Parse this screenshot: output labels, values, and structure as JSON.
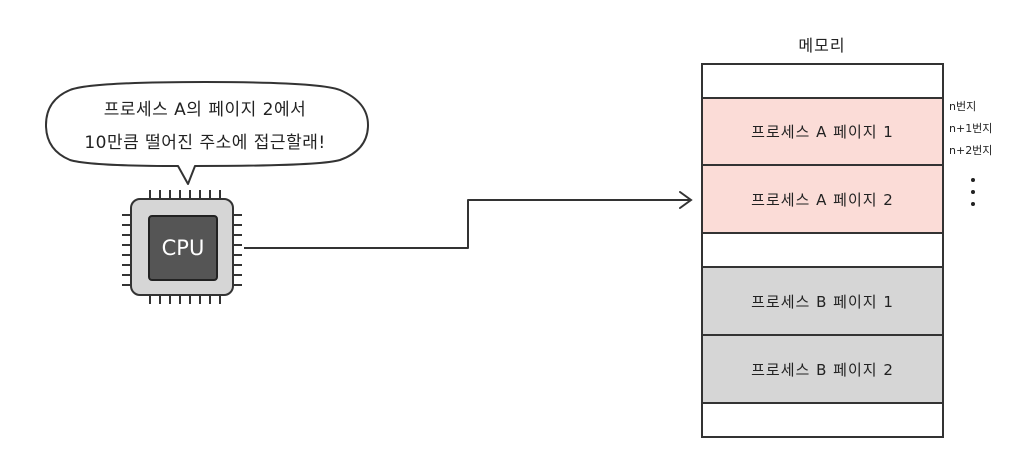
{
  "bubble": {
    "line1": "프로세스 A의 페이지 2에서",
    "line2": "10만큼 떨어진 주소에 접근할래!"
  },
  "cpu": {
    "label": "CPU"
  },
  "memory": {
    "title": "메모리",
    "cells": [
      {
        "label": ""
      },
      {
        "label": "프로세스 A 페이지 1"
      },
      {
        "label": "프로세스 A 페이지 2"
      },
      {
        "label": ""
      },
      {
        "label": "프로세스 B 페이지 1"
      },
      {
        "label": "프로세스 B 페이지 2"
      },
      {
        "label": ""
      }
    ],
    "addresses": [
      "n번지",
      "n+1번지",
      "n+2번지"
    ]
  },
  "colors": {
    "process_a": "#fbdcd7",
    "process_b": "#d6d6d6",
    "cpu_core": "#555555",
    "outline": "#333333"
  }
}
